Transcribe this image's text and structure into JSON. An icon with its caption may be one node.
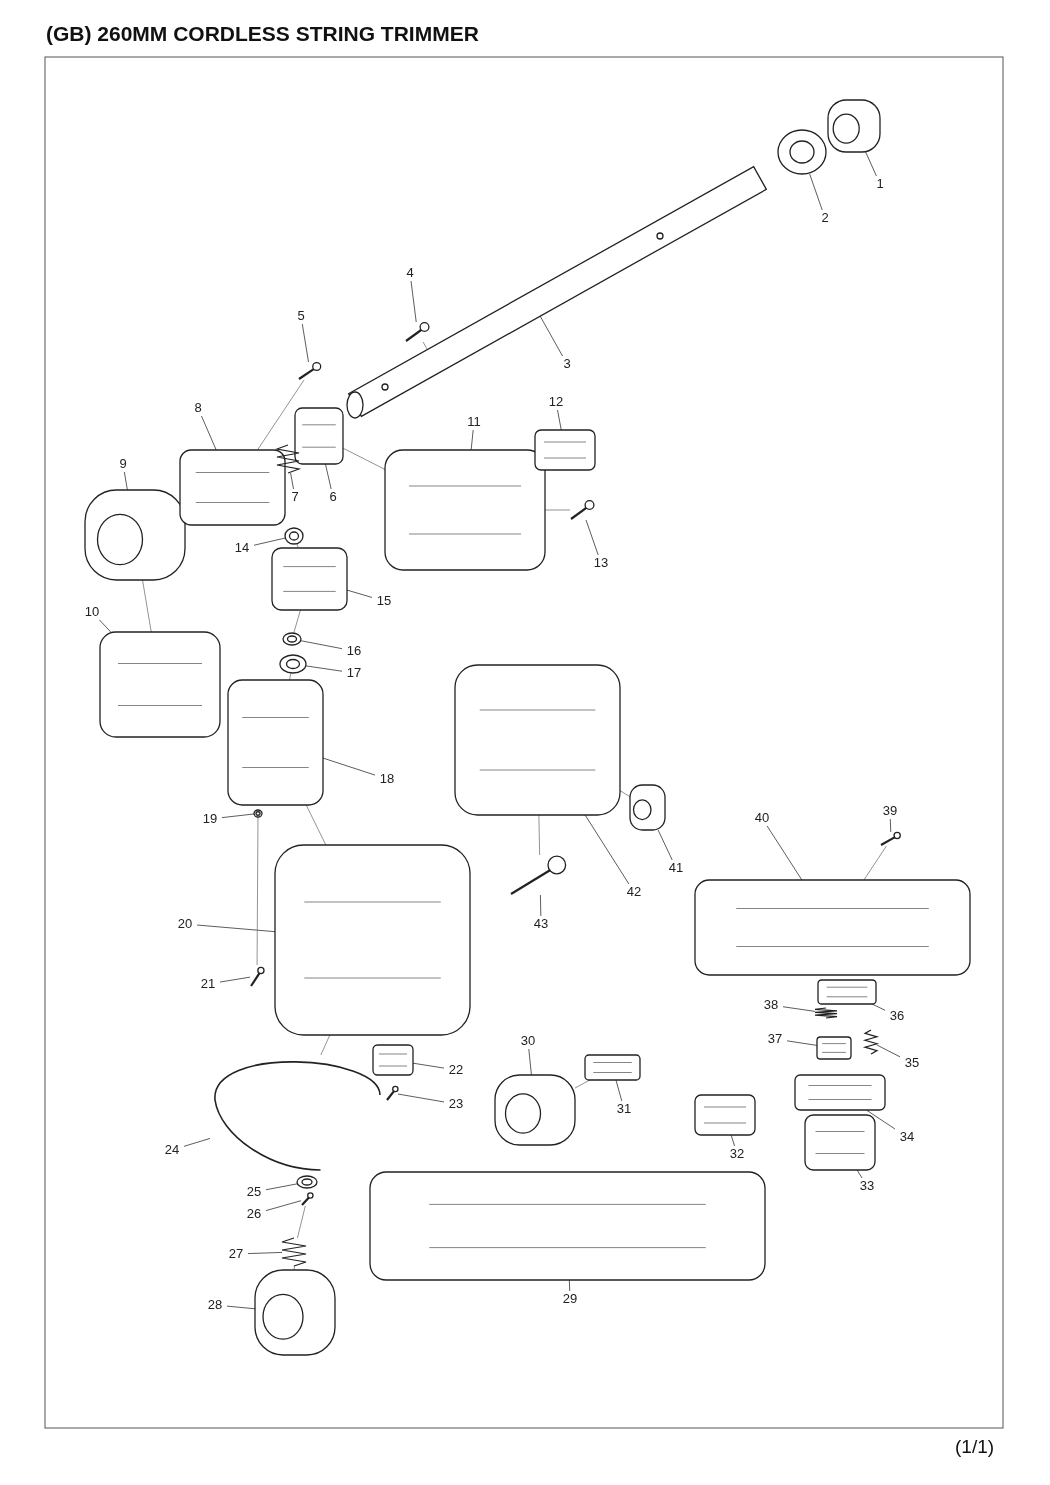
{
  "diagram": {
    "title": "(GB) 260MM CORDLESS STRING TRIMMER",
    "nodes": [
      {
        "text": [
          "1"
        ]
      },
      {
        "text": [
          "2"
        ]
      },
      {
        "text": [
          "3"
        ]
      },
      {
        "text": [
          "4"
        ]
      },
      {
        "text": [
          "5"
        ]
      },
      {
        "text": [
          "6"
        ]
      },
      {
        "text": [
          "7"
        ]
      },
      {
        "text": [
          "8"
        ]
      },
      {
        "text": [
          "9"
        ]
      },
      {
        "text": [
          "10"
        ]
      },
      {
        "text": [
          "11"
        ]
      },
      {
        "text": [
          "12"
        ]
      },
      {
        "text": [
          "13"
        ]
      },
      {
        "text": [
          "14"
        ]
      },
      {
        "text": [
          "15"
        ]
      },
      {
        "text": [
          "16"
        ]
      },
      {
        "text": [
          "17"
        ]
      },
      {
        "text": [
          "18"
        ]
      },
      {
        "text": [
          "19"
        ]
      },
      {
        "text": [
          "20"
        ]
      },
      {
        "text": [
          "21"
        ]
      },
      {
        "text": [
          "22"
        ]
      },
      {
        "text": [
          "23"
        ]
      },
      {
        "text": [
          "24"
        ]
      },
      {
        "text": [
          "25"
        ]
      },
      {
        "text": [
          "26"
        ]
      },
      {
        "text": [
          "27"
        ]
      },
      {
        "text": [
          "28"
        ]
      },
      {
        "text": [
          "29"
        ]
      },
      {
        "text": [
          "30"
        ]
      },
      {
        "text": [
          "31"
        ]
      },
      {
        "text": [
          "32"
        ]
      },
      {
        "text": [
          "33"
        ]
      },
      {
        "text": [
          "34"
        ]
      },
      {
        "text": [
          "35"
        ]
      },
      {
        "text": [
          "36"
        ]
      },
      {
        "text": [
          "37"
        ]
      },
      {
        "text": [
          "38"
        ]
      },
      {
        "text": [
          "39"
        ]
      },
      {
        "text": [
          "40"
        ]
      },
      {
        "text": [
          "41"
        ]
      },
      {
        "text": [
          "42"
        ]
      },
      {
        "text": [
          "43"
        ]
      },
      {
        "text": [],
        "shape": "picture"
      },
      {
        "text": [],
        "shape": "picture"
      },
      {
        "text": [],
        "shape": "picture"
      },
      {
        "text": [],
        "shape": "picture"
      },
      {
        "text": [],
        "shape": "picture"
      },
      {
        "text": [],
        "shape": "picture"
      },
      {
        "text": [],
        "shape": "picture"
      },
      {
        "text": [],
        "shape": "picture"
      },
      {
        "text": [],
        "shape": "picture"
      },
      {
        "text": [],
        "shape": "picture"
      },
      {
        "text": [],
        "shape": "picture"
      },
      {
        "text": [],
        "shape": "picture"
      },
      {
        "text": [],
        "shape": "picture"
      },
      {
        "text": [],
        "shape": "picture"
      },
      {
        "text": [],
        "shape": "picture"
      },
      {
        "text": [],
        "shape": "picture"
      },
      {
        "text": [],
        "shape": "picture"
      },
      {
        "text": [],
        "shape": "picture"
      },
      {
        "text": [],
        "shape": "picture"
      },
      {
        "text": [],
        "shape": "picture"
      },
      {
        "text": [],
        "shape": "picture"
      },
      {
        "text": [],
        "shape": "picture"
      },
      {
        "text": [],
        "shape": "picture"
      },
      {
        "text": [],
        "shape": "picture"
      },
      {
        "text": [],
        "shape": "picture"
      },
      {
        "text": [],
        "shape": "picture"
      },
      {
        "text": [],
        "shape": "picture"
      },
      {
        "text": [],
        "shape": "picture"
      },
      {
        "text": [],
        "shape": "picture"
      },
      {
        "text": [],
        "shape": "picture"
      },
      {
        "text": [],
        "shape": "picture"
      },
      {
        "text": [],
        "shape": "picture"
      },
      {
        "text": [],
        "shape": "picture"
      },
      {
        "text": [],
        "shape": "picture"
      },
      {
        "text": [],
        "shape": "picture"
      },
      {
        "text": [],
        "shape": "picture"
      },
      {
        "text": [],
        "shape": "picture"
      },
      {
        "text": [],
        "shape": "picture"
      },
      {
        "text": [],
        "shape": "picture"
      },
      {
        "text": [],
        "shape": "picture"
      },
      {
        "text": [],
        "shape": "picture"
      },
      {
        "text": [],
        "shape": "picture"
      },
      {
        "text": [],
        "shape": "picture"
      }
    ],
    "edges": [
      {
        "from": 0,
        "to": 43,
        "arrow": "none"
      },
      {
        "from": 1,
        "to": 44,
        "arrow": "none"
      },
      {
        "from": 2,
        "to": 45,
        "arrow": "none"
      },
      {
        "from": 3,
        "to": 46,
        "arrow": "none"
      },
      {
        "from": 4,
        "to": 47,
        "arrow": "none"
      },
      {
        "from": 5,
        "to": 48,
        "arrow": "none"
      },
      {
        "from": 6,
        "to": 49,
        "arrow": "none"
      },
      {
        "from": 7,
        "to": 50,
        "arrow": "none"
      },
      {
        "from": 8,
        "to": 51,
        "arrow": "none"
      },
      {
        "from": 9,
        "to": 52,
        "arrow": "none"
      },
      {
        "from": 10,
        "to": 53,
        "arrow": "none"
      },
      {
        "from": 11,
        "to": 54,
        "arrow": "none"
      },
      {
        "from": 12,
        "to": 55,
        "arrow": "none"
      },
      {
        "from": 13,
        "to": 56,
        "arrow": "none"
      },
      {
        "from": 14,
        "to": 57,
        "arrow": "none"
      },
      {
        "from": 15,
        "to": 58,
        "arrow": "none"
      },
      {
        "from": 16,
        "to": 59,
        "arrow": "none"
      },
      {
        "from": 17,
        "to": 60,
        "arrow": "none"
      },
      {
        "from": 18,
        "to": 61,
        "arrow": "none"
      },
      {
        "from": 19,
        "to": 62,
        "arrow": "none"
      },
      {
        "from": 20,
        "to": 63,
        "arrow": "none"
      },
      {
        "from": 21,
        "to": 64,
        "arrow": "none"
      },
      {
        "from": 22,
        "to": 65,
        "arrow": "none"
      },
      {
        "from": 23,
        "to": 66,
        "arrow": "none"
      },
      {
        "from": 24,
        "to": 67,
        "arrow": "none"
      },
      {
        "from": 25,
        "to": 68,
        "arrow": "none"
      },
      {
        "from": 26,
        "to": 69,
        "arrow": "none"
      },
      {
        "from": 27,
        "to": 70,
        "arrow": "none"
      },
      {
        "from": 28,
        "to": 71,
        "arrow": "none"
      },
      {
        "from": 29,
        "to": 72,
        "arrow": "none"
      },
      {
        "from": 30,
        "to": 73,
        "arrow": "none"
      },
      {
        "from": 31,
        "to": 74,
        "arrow": "none"
      },
      {
        "from": 32,
        "to": 75,
        "arrow": "none"
      },
      {
        "from": 33,
        "to": 76,
        "arrow": "none"
      },
      {
        "from": 34,
        "to": 77,
        "arrow": "none"
      },
      {
        "from": 35,
        "to": 78,
        "arrow": "none"
      },
      {
        "from": 36,
        "to": 79,
        "arrow": "none"
      },
      {
        "from": 37,
        "to": 80,
        "arrow": "none"
      },
      {
        "from": 38,
        "to": 81,
        "arrow": "none"
      },
      {
        "from": 39,
        "to": 82,
        "arrow": "none"
      },
      {
        "from": 40,
        "to": 83,
        "arrow": "none"
      },
      {
        "from": 41,
        "to": 84,
        "arrow": "none"
      },
      {
        "from": 42,
        "to": 85,
        "arrow": "none"
      },
      {
        "from": 46,
        "to": 45,
        "arrow": "none"
      },
      {
        "from": 47,
        "to": 50,
        "arrow": "none"
      },
      {
        "from": 51,
        "to": 52,
        "arrow": "none"
      },
      {
        "from": 48,
        "to": 53,
        "arrow": "none"
      },
      {
        "from": 55,
        "to": 53,
        "arrow": "none"
      },
      {
        "from": 56,
        "to": 57,
        "arrow": "none"
      },
      {
        "from": 57,
        "to": 58,
        "arrow": "none"
      },
      {
        "from": 59,
        "to": 60,
        "arrow": "none"
      },
      {
        "from": 61,
        "to": 63,
        "arrow": "none"
      },
      {
        "from": 60,
        "to": 62,
        "arrow": "none"
      },
      {
        "from": 62,
        "to": 66,
        "arrow": "none"
      },
      {
        "from": 68,
        "to": 69,
        "arrow": "none"
      },
      {
        "from": 69,
        "to": 70,
        "arrow": "none"
      },
      {
        "from": 83,
        "to": 84,
        "arrow": "none"
      },
      {
        "from": 85,
        "to": 84,
        "arrow": "none"
      },
      {
        "from": 73,
        "to": 72,
        "arrow": "none"
      },
      {
        "from": 81,
        "to": 82,
        "arrow": "none"
      }
    ],
    "labels": [
      "(1/1)"
    ]
  }
}
